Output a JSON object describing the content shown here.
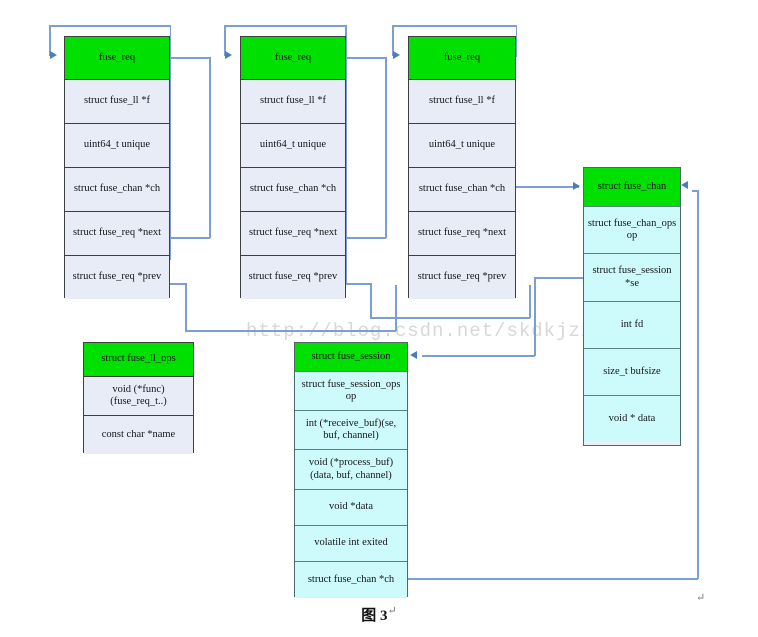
{
  "diagram": {
    "caption": "图 3",
    "caption_mark": "↵",
    "corner_mark": "↵",
    "watermark": "http://blog.csdn.net/skdkjzz",
    "colors": {
      "header_green": "#00e000",
      "req_body": "#e7ecf6",
      "cyan_body": "#cdfafa",
      "border_dark": "#3f3f3f",
      "border_teal": "#5a7f7f",
      "connector_blue": "#7b9fd4",
      "arrow_blue": "#4a7ebb",
      "watermark_grey": "#d8d8d8"
    },
    "boxes": [
      {
        "id": "fuse-req-1",
        "title": "fuse_req",
        "fields": [
          "struct fuse_ll  *f",
          "uint64_t unique",
          "struct fuse_chan *ch",
          "struct fuse_req *next",
          "struct fuse_req *prev"
        ]
      },
      {
        "id": "fuse-req-2",
        "title": "fuse_req",
        "fields": [
          "struct fuse_ll  *f",
          "uint64_t unique",
          "struct fuse_chan *ch",
          "struct fuse_req *next",
          "struct fuse_req *prev"
        ]
      },
      {
        "id": "fuse-req-3",
        "title": "fuse_req",
        "fields": [
          "struct fuse_ll  *f",
          "uint64_t unique",
          "struct fuse_chan *ch",
          "struct fuse_req *next",
          "struct fuse_req *prev"
        ]
      },
      {
        "id": "fuse-chan",
        "title": "struct fuse_chan",
        "fields": [
          "struct fuse_chan_ops op",
          "struct fuse_session *se",
          "int fd",
          "size_t bufsize",
          "void * data"
        ]
      },
      {
        "id": "fuse-ll-ops",
        "title": "struct fuse_ll_ops",
        "fields": [
          "void (*func)(fuse_req_t..)",
          "const char *name"
        ]
      },
      {
        "id": "fuse-session",
        "title": "struct fuse_session",
        "fields": [
          "struct fuse_session_ops op",
          "int (*receive_buf)(se, buf, channel)",
          "void (*process_buf)(data, buf, channel)",
          "void *data",
          "volatile int exited",
          "struct fuse_chan *ch"
        ]
      }
    ]
  }
}
